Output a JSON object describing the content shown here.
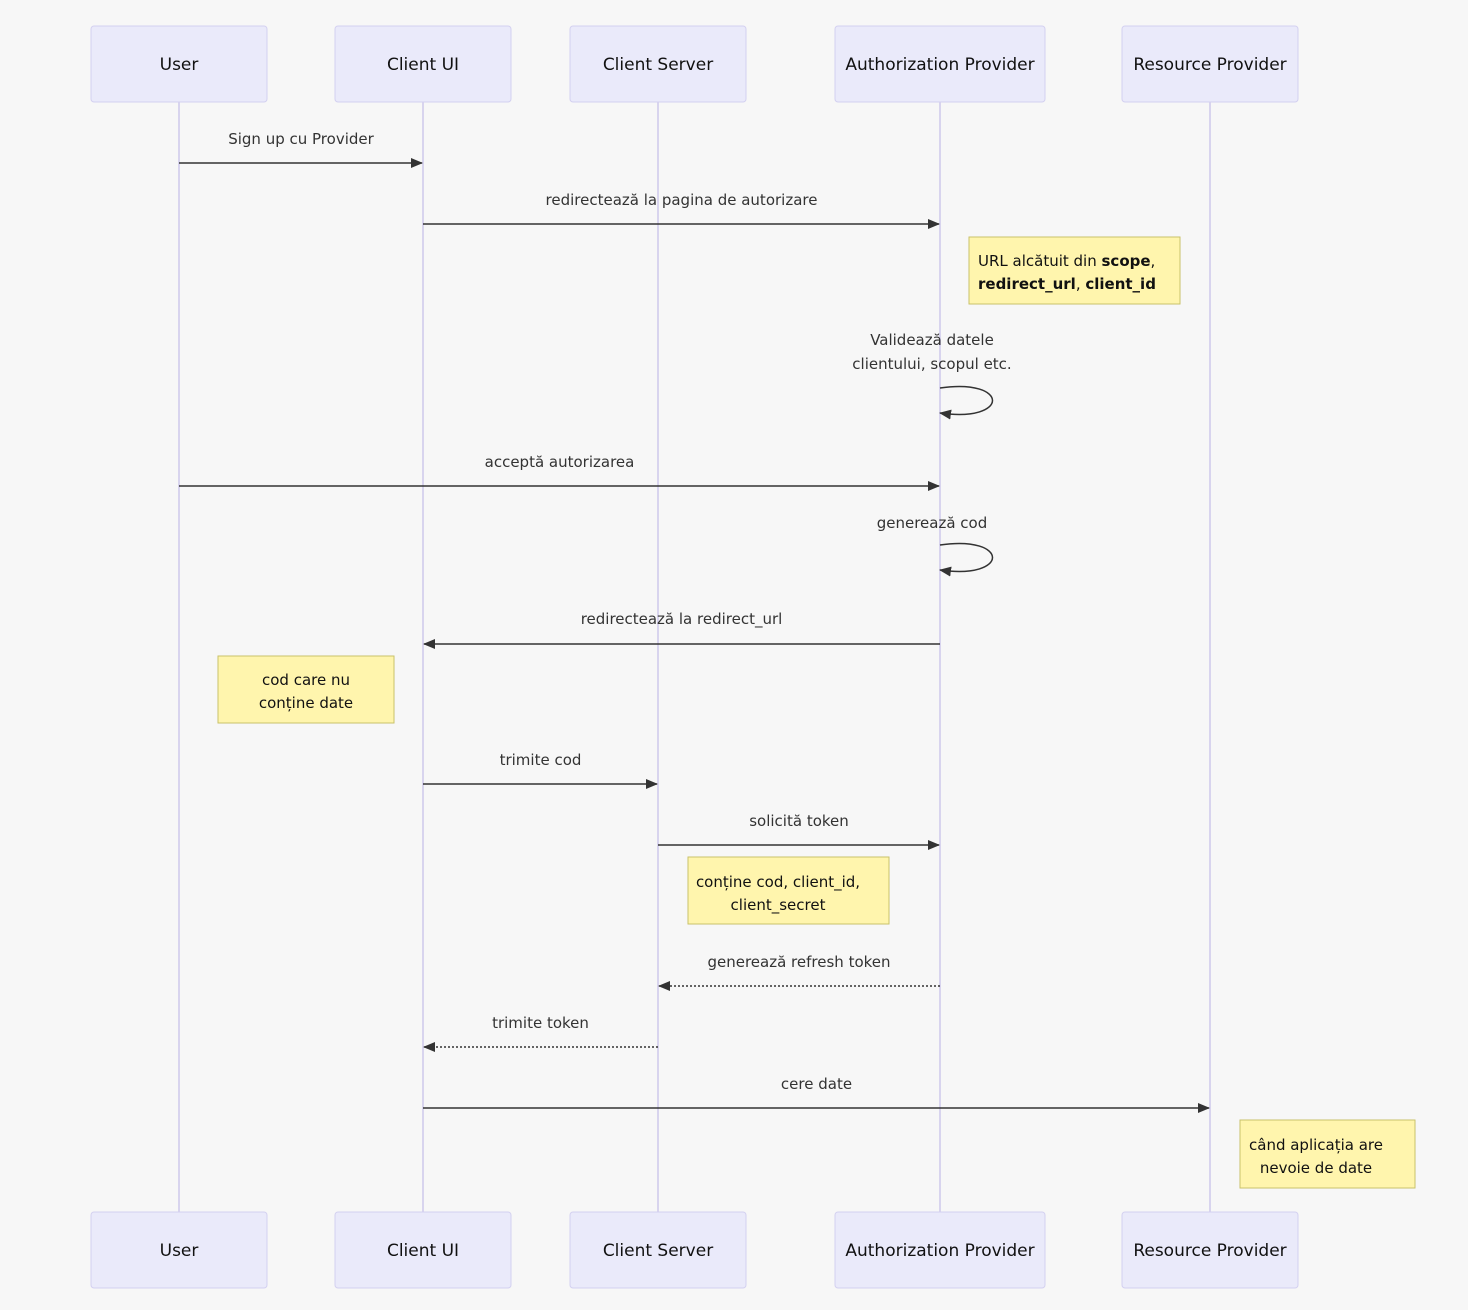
{
  "participants": [
    {
      "id": "user",
      "label": "User"
    },
    {
      "id": "client_ui",
      "label": "Client UI"
    },
    {
      "id": "client_server",
      "label": "Client Server"
    },
    {
      "id": "auth_provider",
      "label": "Authorization Provider"
    },
    {
      "id": "resource_provider",
      "label": "Resource Provider"
    }
  ],
  "messages": [
    {
      "from": "user",
      "to": "client_ui",
      "text": "Sign up cu Provider",
      "style": "solid"
    },
    {
      "from": "client_ui",
      "to": "auth_provider",
      "text": "redirectează la pagina de autorizare",
      "style": "solid"
    },
    {
      "from": "auth_provider",
      "to": "auth_provider",
      "text": [
        "Validează datele",
        "clientului, scopul etc."
      ],
      "style": "solid"
    },
    {
      "from": "user",
      "to": "auth_provider",
      "text": "acceptă autorizarea",
      "style": "solid"
    },
    {
      "from": "auth_provider",
      "to": "auth_provider",
      "text": [
        "generează cod"
      ],
      "style": "solid"
    },
    {
      "from": "auth_provider",
      "to": "client_ui",
      "text": "redirectează la redirect_url",
      "style": "solid"
    },
    {
      "from": "client_ui",
      "to": "client_server",
      "text": "trimite cod",
      "style": "solid"
    },
    {
      "from": "client_server",
      "to": "auth_provider",
      "text": "solicită token",
      "style": "solid"
    },
    {
      "from": "auth_provider",
      "to": "client_server",
      "text": "generează refresh token",
      "style": "dotted"
    },
    {
      "from": "client_server",
      "to": "client_ui",
      "text": "trimite token",
      "style": "dotted"
    },
    {
      "from": "client_ui",
      "to": "resource_provider",
      "text": "cere date",
      "style": "solid"
    }
  ],
  "notes": [
    {
      "lines": [
        [
          {
            "t": "URL alcătuit din "
          },
          {
            "t": "scope",
            "b": true
          },
          {
            "t": ","
          }
        ],
        [
          {
            "t": "redirect_url",
            "b": true
          },
          {
            "t": ", "
          },
          {
            "t": "client_id",
            "b": true
          }
        ]
      ]
    },
    {
      "lines": [
        [
          {
            "t": "cod care nu"
          }
        ],
        [
          {
            "t": "conține date"
          }
        ]
      ]
    },
    {
      "lines": [
        [
          {
            "t": "conține cod, client_id,"
          }
        ],
        [
          {
            "t": "client_secret"
          }
        ]
      ]
    },
    {
      "lines": [
        [
          {
            "t": "când aplicația are"
          }
        ],
        [
          {
            "t": "nevoie de date"
          }
        ]
      ]
    }
  ]
}
